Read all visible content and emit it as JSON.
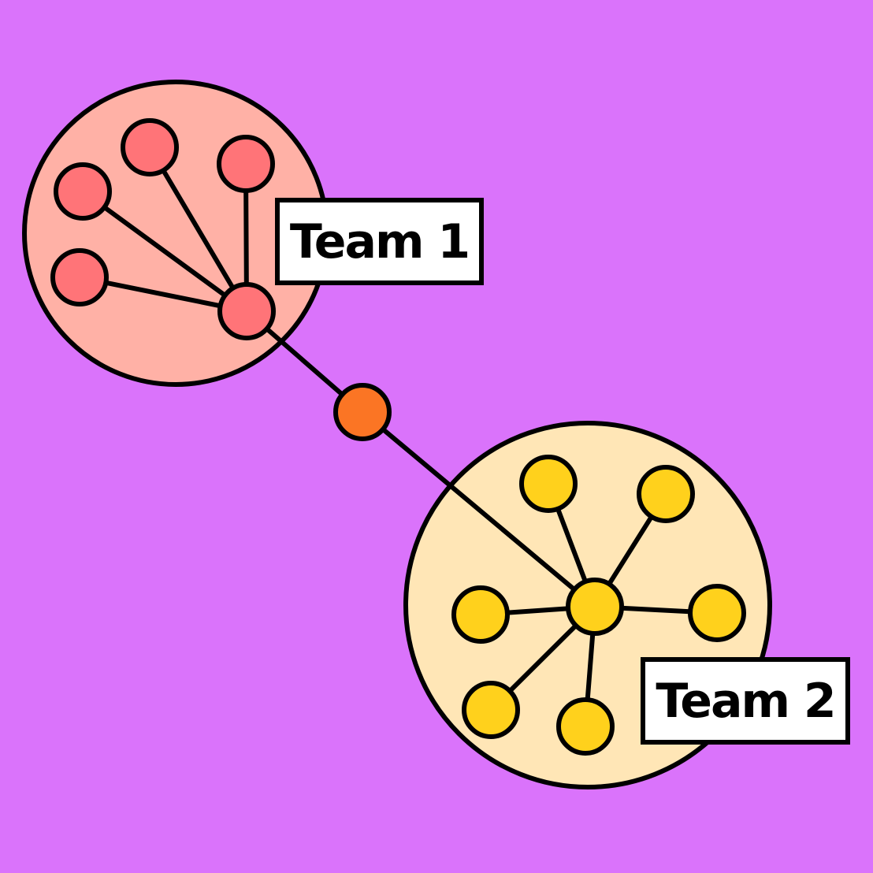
{
  "background_color": "#da73fb",
  "connector_color": "#fb7524",
  "teams": [
    {
      "label": "Team 1",
      "group_fill": "#ffb1a6",
      "node_fill": "#ff7478",
      "member_count": 4
    },
    {
      "label": "Team 2",
      "group_fill": "#ffe6b6",
      "node_fill": "#ffd11c",
      "member_count": 6
    }
  ]
}
